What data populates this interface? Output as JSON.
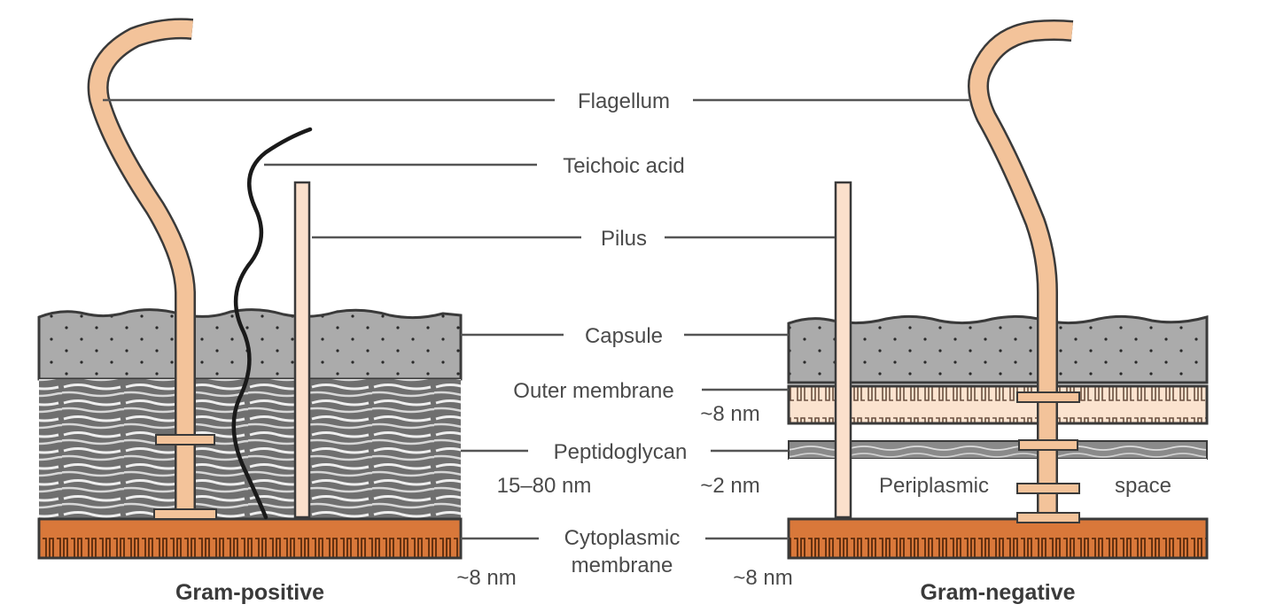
{
  "labels": {
    "flagellum": "Flagellum",
    "teichoic_acid": "Teichoic acid",
    "pilus": "Pilus",
    "capsule": "Capsule",
    "outer_membrane": "Outer membrane",
    "peptidoglycan": "Peptidoglycan",
    "cytoplasmic_membrane_line1": "Cytoplasmic",
    "cytoplasmic_membrane_line2": "membrane",
    "periplasmic": "Periplasmic",
    "space": "space"
  },
  "measurements": {
    "gp_peptidoglycan": "15–80 nm",
    "gp_membrane": "~8 nm",
    "gn_outer_membrane": "~8 nm",
    "gn_peptidoglycan": "~2 nm",
    "gn_membrane": "~8 nm"
  },
  "titles": {
    "gram_positive": "Gram-positive",
    "gram_negative": "Gram-negative"
  },
  "colors": {
    "flagellum_fill": "#f3c39a",
    "pilus_fill": "#fbe0cc",
    "capsule_fill": "#a9a9a9",
    "membrane_fill": "#d9783a",
    "outer_membrane_fill": "#fbe3cf",
    "peptidoglycan_fill": "#8c8c8c",
    "outline": "#3a3a3a"
  }
}
